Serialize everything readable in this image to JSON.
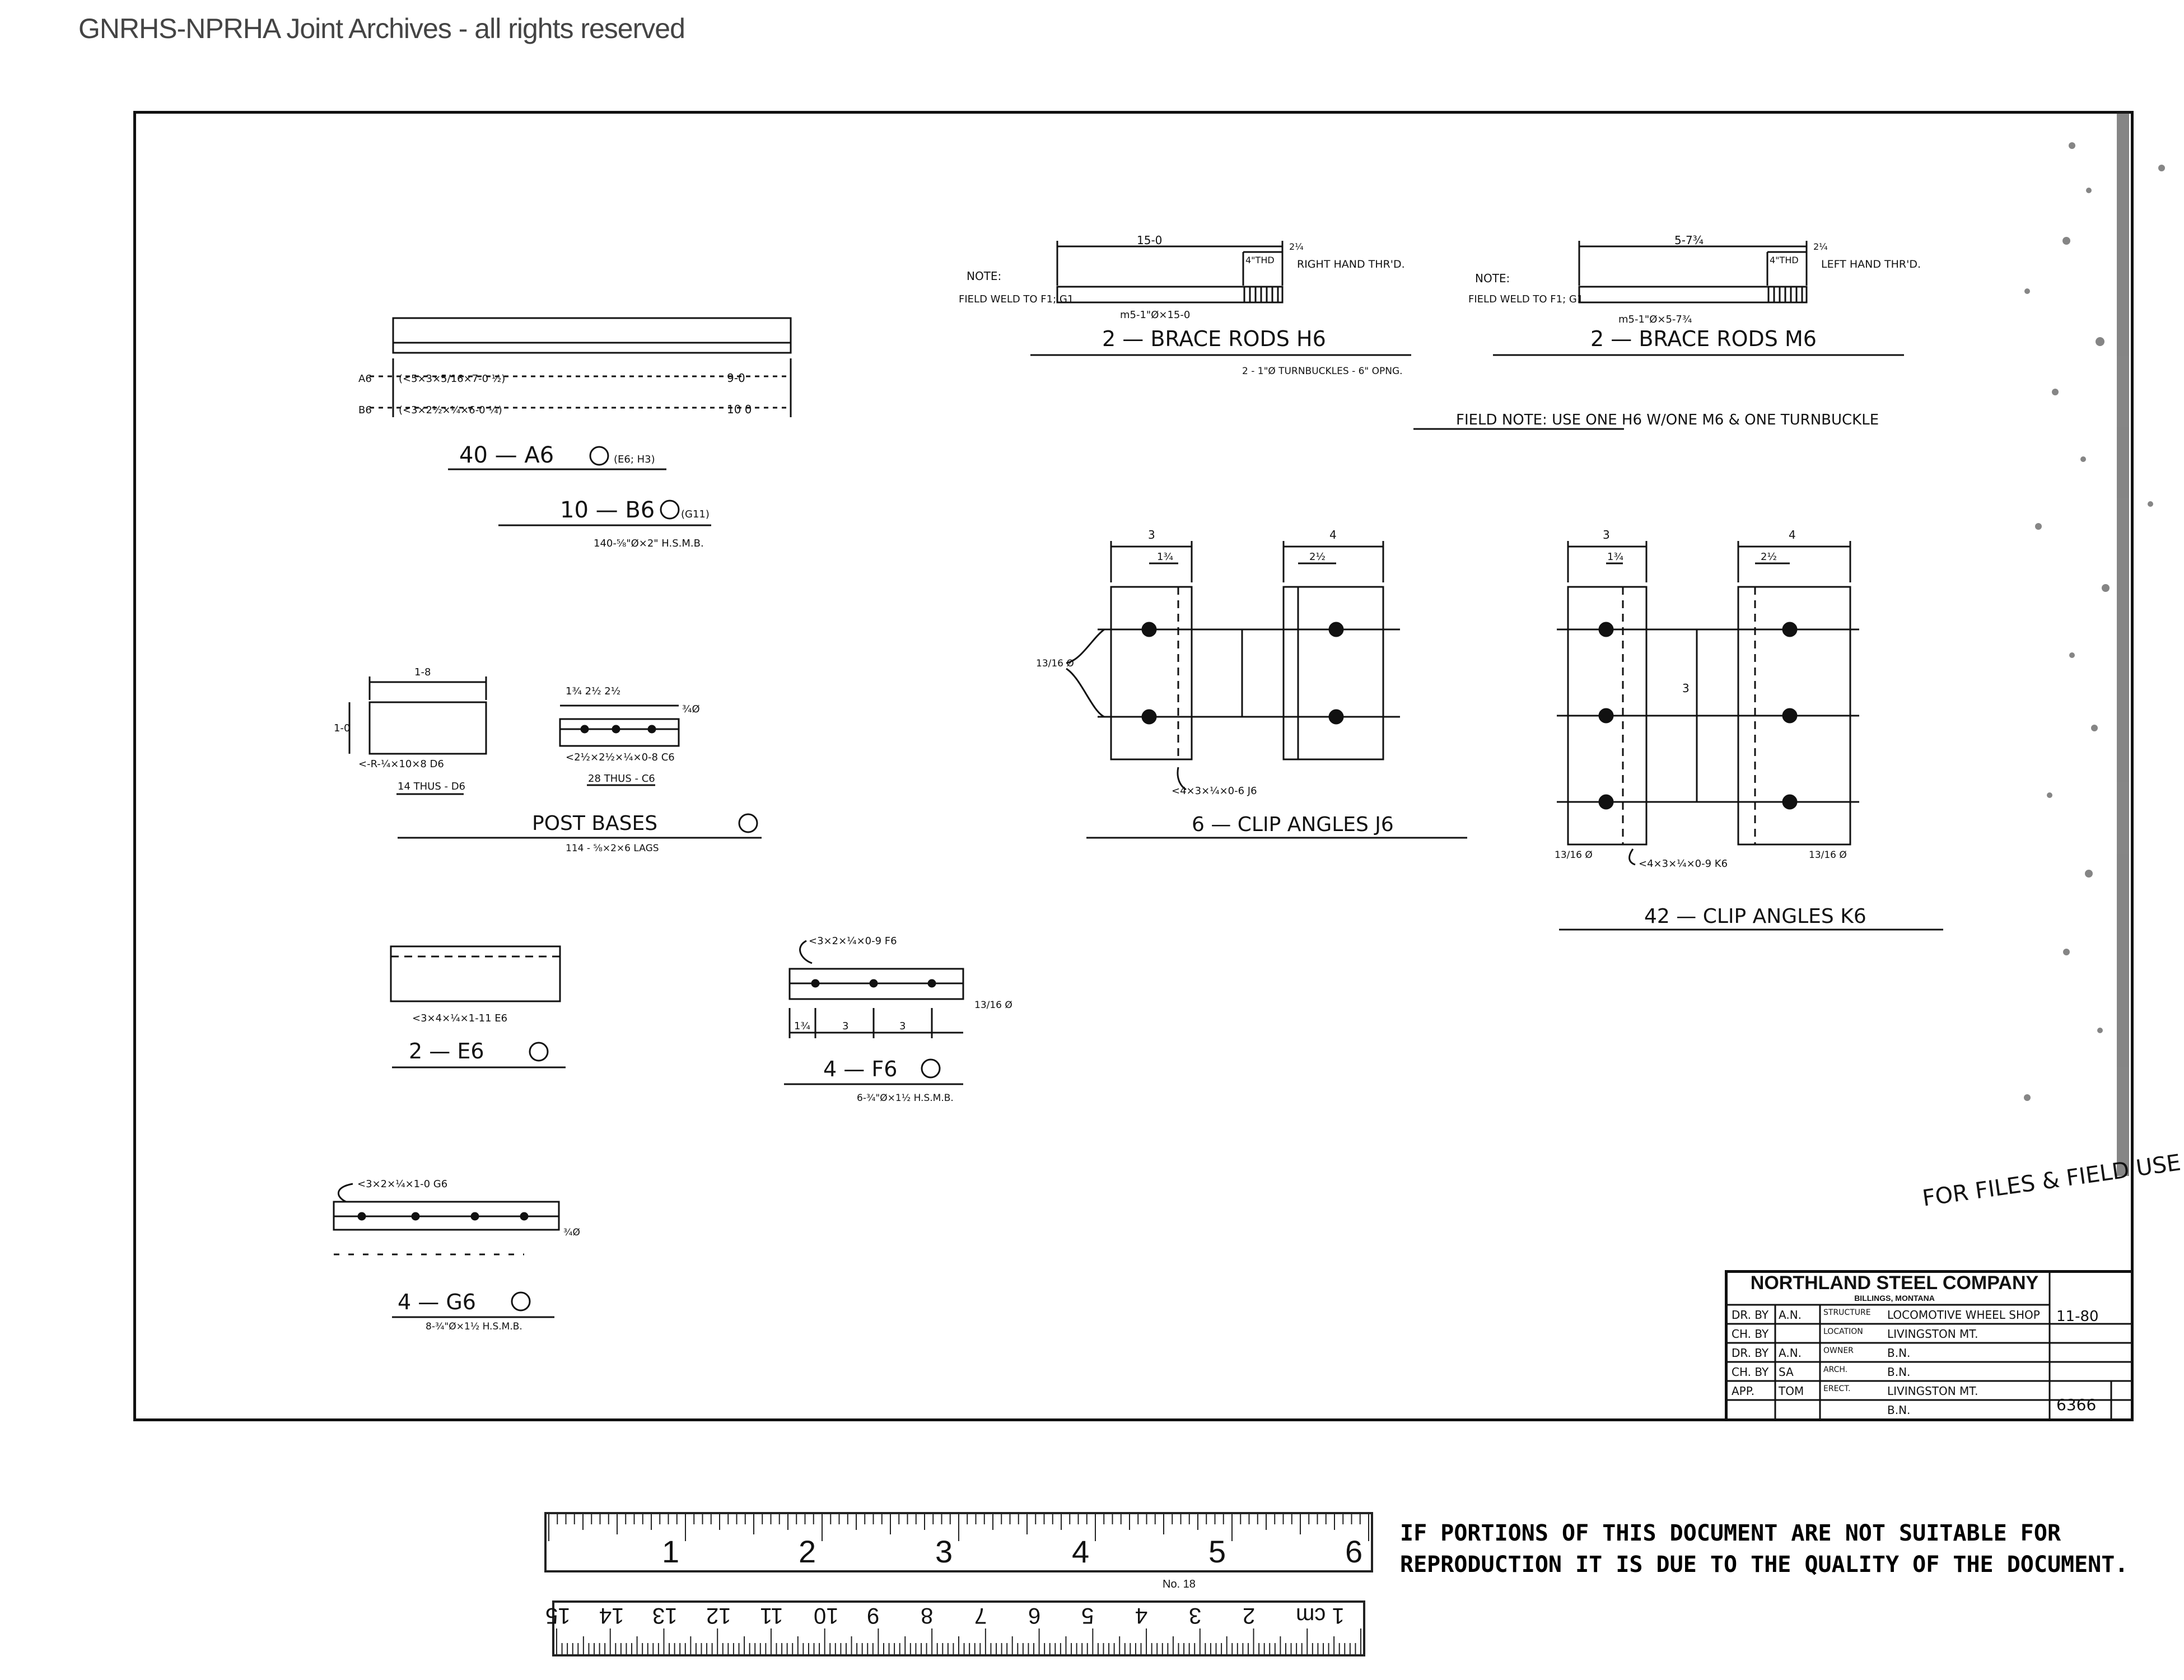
{
  "header": {
    "archive_notice": "GNRHS-NPRHA Joint Archives - all rights reserved"
  },
  "drawing": {
    "brace_rods_h6": {
      "title": "2 — BRACE RODS H6",
      "subtitle": "2 - 1\"Ø TURNBUCKLES - 6\" OPNG.",
      "note_label": "NOTE:",
      "note_text": "FIELD WELD TO F1; G1",
      "length": "15-0",
      "thread": "4\"THD",
      "end_dim": "2¼",
      "hand": "RIGHT HAND THR'D.",
      "mark": "m5-1\"Ø×15-0"
    },
    "brace_rods_m6": {
      "title": "2 — BRACE RODS M6",
      "note_label": "NOTE:",
      "note_text": "FIELD WELD TO F1; G1",
      "length": "5-7¾",
      "thread": "4\"THD",
      "end_dim": "2¼",
      "hand": "LEFT HAND THR'D.",
      "mark": "m5-1\"Ø×5-7¾"
    },
    "field_note": "FIELD NOTE: USE ONE H6 W/ONE M6 & ONE TURNBUCKLE",
    "a6_b6": {
      "title_a6": "40 — A6",
      "title_a6_note": "(E6; H3)",
      "title_b6": "10 — B6",
      "title_b6_note": "(G11)",
      "bolts": "140-⅝\"Ø×2\" H.S.M.B.",
      "row_a6_label": "A6",
      "row_a6_spec": "(<5×3×5/16×7-0 ½)",
      "row_a6_len": "9-0",
      "row_b6_label": "B6",
      "row_b6_spec": "(<3×2½×¼×6-0 ¼)",
      "row_b6_len": "10 0"
    },
    "post_bases": {
      "title": "POST BASES",
      "subtitle": "114 - ⅝×2×6 LAGS",
      "d6_width": "1-8",
      "d6_height": "1-0",
      "d6_spec": "<-R-¼×10×8 D6",
      "d6_count": "14 THUS - D6",
      "c6_dims": "1¾  2½  2½",
      "c6_hole": "¾Ø",
      "c6_spec": "<2½×2½×¼×0-8 C6",
      "c6_count": "28 THUS - C6"
    },
    "clip_j6": {
      "title": "6 — CLIP ANGLES J6",
      "dim_left": "3",
      "dim_left_inner": "1¾",
      "dim_right": "4",
      "dim_right_inner": "2½",
      "hole": "13/16 Ø",
      "spec": "<4×3×¼×0-6 J6"
    },
    "clip_k6": {
      "title": "42 — CLIP ANGLES K6",
      "dim_left": "3",
      "dim_left_inner": "1¾",
      "dim_right": "4",
      "dim_right_inner": "2½",
      "pitch": "3",
      "hole_left": "13/16 Ø",
      "hole_right": "13/16 Ø",
      "spec": "<4×3×¼×0-9 K6"
    },
    "e6": {
      "title": "2 — E6",
      "spec": "<3×4×¼×1-11 E6"
    },
    "f6": {
      "title": "4 — F6",
      "spec": "<3×2×¼×0-9 F6",
      "bolts": "6-¾\"Ø×1½ H.S.M.B.",
      "dims": [
        "1¾",
        "3",
        "3"
      ],
      "hole": "13/16 Ø"
    },
    "g6": {
      "title": "4 — G6",
      "spec": "<3×2×¼×1-0 G6",
      "bolts": "8-¾\"Ø×1½ H.S.M.B.",
      "hole": "¾Ø"
    }
  },
  "stamp": "FOR FILES & FIELD USE",
  "title_block": {
    "company": "NORTHLAND STEEL COMPANY",
    "city": "BILLINGS, MONTANA",
    "rows": [
      {
        "label": "DR. BY",
        "value": "A.N.",
        "field": "STRUCTURE",
        "text": "LOCOMOTIVE WHEEL SHOP"
      },
      {
        "label": "CH. BY",
        "value": "",
        "field": "LOCATION",
        "text": "LIVINGSTON MT."
      },
      {
        "label": "DR. BY",
        "value": "A.N.",
        "field": "OWNER",
        "text": "B.N."
      },
      {
        "label": "CH. BY",
        "value": "SA",
        "field": "ARCH.",
        "text": "B.N."
      },
      {
        "label": "APP.",
        "value": "TOM",
        "field": "ERECT.",
        "text": "LIVINGSTON MT."
      },
      {
        "label": "",
        "value": "",
        "field": "",
        "text": "B.N."
      }
    ],
    "date": "11-80",
    "drawing_no": "6366"
  },
  "ruler_inches": {
    "numbers": [
      "1",
      "2",
      "3",
      "4",
      "5",
      "6"
    ],
    "caption": "No. 18"
  },
  "ruler_cm": {
    "numbers": [
      "1 cm",
      "2",
      "3",
      "4",
      "5",
      "6",
      "7",
      "8",
      "9",
      "10",
      "11",
      "12",
      "13",
      "14",
      "15"
    ]
  },
  "notice": "If portions of this document are not suitable for reproduction it is due to the quality of the document."
}
